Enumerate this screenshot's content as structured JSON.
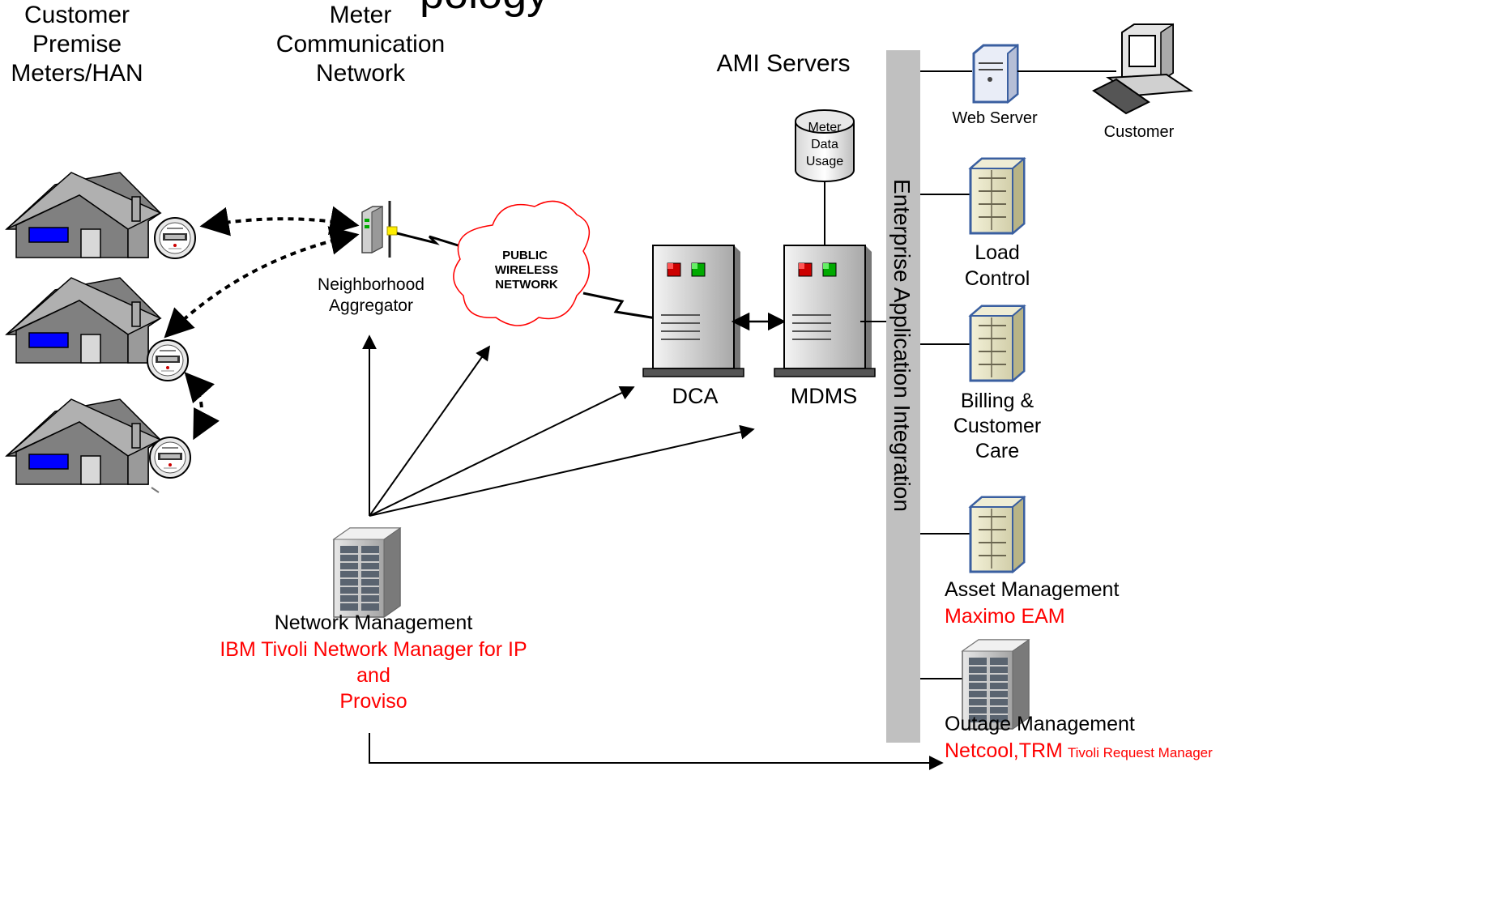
{
  "headers": {
    "customer_premise": [
      "Customer",
      "Premise",
      "Meters/HAN"
    ],
    "meter_comm_title_partial": "pology",
    "meter_comm": [
      "Meter",
      "Communication",
      "Network"
    ],
    "ami_servers": "AMI Servers"
  },
  "nodes": {
    "aggregator": [
      "Neighborhood",
      "Aggregator"
    ],
    "cloud": [
      "PUBLIC",
      "WIRELESS",
      "NETWORK"
    ],
    "dca": "DCA",
    "mdms": "MDMS",
    "db": [
      "Meter",
      "Data",
      "Usage"
    ],
    "eai_bus": "Enterprise Application Integration",
    "web_server": "Web Server",
    "customer_pc": "Customer",
    "load_control": [
      "Load",
      "Control"
    ],
    "billing": [
      "Billing &",
      "Customer",
      "Care"
    ],
    "asset_mgmt": "Asset Management",
    "asset_product": "Maximo EAM",
    "outage_mgmt": "Outage Management",
    "outage_product": "Netcool,TRM",
    "outage_product_small": "Tivoli Request Manager",
    "net_mgmt": "Network Management",
    "net_mgmt_products": [
      "IBM Tivoli Network Manager for IP",
      "and",
      "Proviso"
    ]
  },
  "colors": {
    "product_red": "#ff0000",
    "house_gray": "#808080",
    "house_roof": "#b0b0b0",
    "window_blue": "#0000ff",
    "bus_gray": "#c0c0c0",
    "cloud_red": "#ff0000",
    "led_red": "#cc0000",
    "led_green": "#00aa00"
  }
}
